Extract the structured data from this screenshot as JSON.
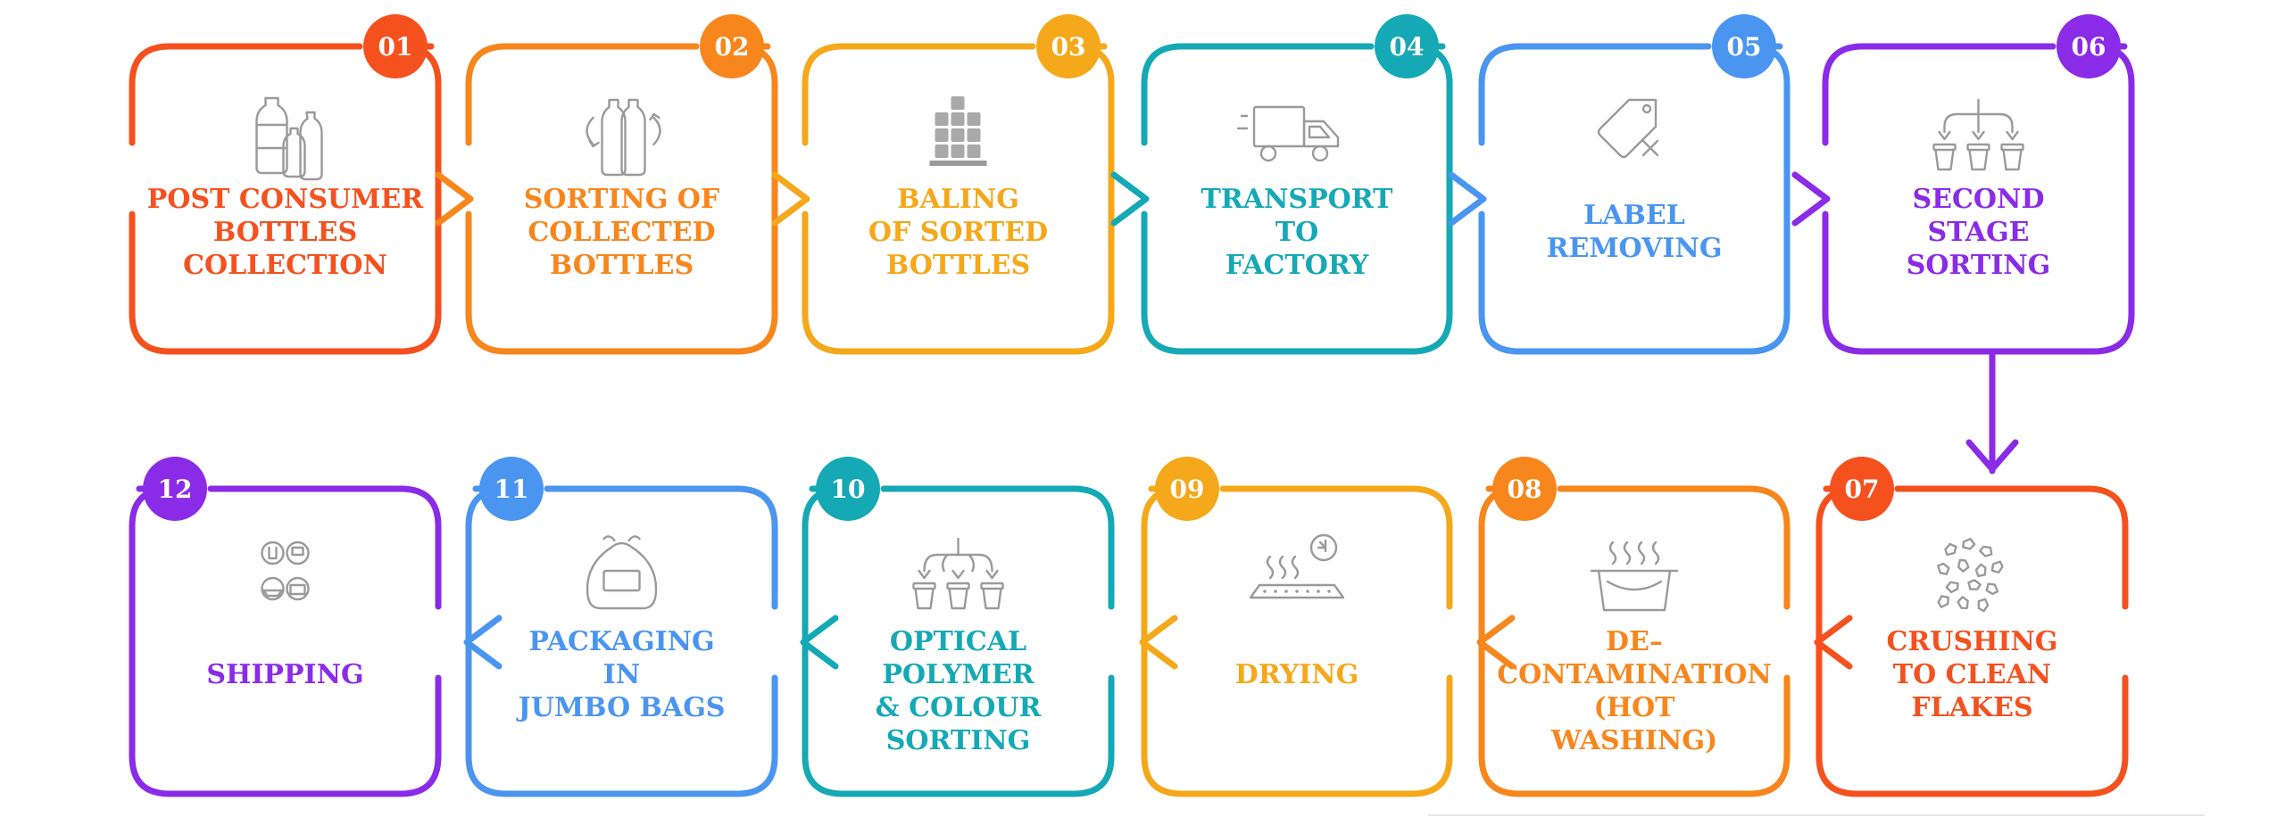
{
  "steps": [
    {
      "num": "01",
      "label": "POST CONSUMER\nBOTTLES\nCOLLECTION",
      "color": "#f4511e",
      "icon": "bottles-icon"
    },
    {
      "num": "02",
      "label": "SORTING OF\nCOLLECTED\nBOTTLES",
      "color": "#f7861c",
      "icon": "bottle-sorting-icon"
    },
    {
      "num": "03",
      "label": "BALING\nOF SORTED\nBOTTLES",
      "color": "#f4a81a",
      "icon": "bale-icon"
    },
    {
      "num": "04",
      "label": "TRANSPORT\nTO\nFACTORY",
      "color": "#15a9b5",
      "icon": "truck-icon"
    },
    {
      "num": "05",
      "label": "LABEL\nREMOVING",
      "color": "#4a95f0",
      "icon": "label-remove-icon"
    },
    {
      "num": "06",
      "label": "SECOND\nSTAGE\nSORTING",
      "color": "#8a2be8",
      "icon": "sorting-bins-icon"
    },
    {
      "num": "07",
      "label": "CRUSHING\nTO CLEAN\nFLAKES",
      "color": "#f4511e",
      "icon": "flakes-icon"
    },
    {
      "num": "08",
      "label": "DE–CONTAMINATION\n(HOT\nWASHING)",
      "color": "#f7861c",
      "icon": "hot-wash-icon"
    },
    {
      "num": "09",
      "label": "DRYING",
      "color": "#f4a81a",
      "icon": "drying-icon"
    },
    {
      "num": "10",
      "label": "OPTICAL POLYMER\n& COLOUR\nSORTING",
      "color": "#15a9b5",
      "icon": "optical-sorting-icon"
    },
    {
      "num": "11",
      "label": "PACKAGING\nIN\nJUMBO BAGS",
      "color": "#4a95f0",
      "icon": "jumbo-bag-icon"
    },
    {
      "num": "12",
      "label": "SHIPPING",
      "color": "#8a2be8",
      "icon": "shipping-icon"
    }
  ]
}
